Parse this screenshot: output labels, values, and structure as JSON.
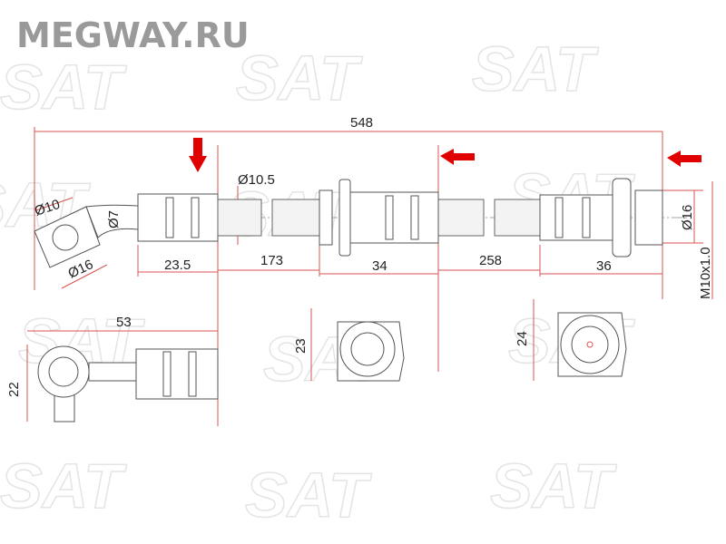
{
  "brand_watermark": "MEGWAY.RU",
  "logo_watermark": "SAT®",
  "colors": {
    "dimension_line": "#d9534f",
    "arrow": "#e00000",
    "part_outline": "#555555",
    "brand": "#9a9a9a"
  },
  "dimensions": {
    "total_length": "548",
    "hose_diameter": "Ø10.5",
    "banjo_hole": "Ø10",
    "banjo_outer": "Ø16",
    "tube_diameter": "Ø7",
    "fitting_left": "23.5",
    "hose_left": "173",
    "middle_fitting": "34",
    "hose_right": "258",
    "fitting_right": "36",
    "nut_diameter": "Ø16",
    "thread": "M10x1.0",
    "banjo_length": "53",
    "banjo_height": "22",
    "bracket_middle": "23",
    "bracket_right": "24"
  }
}
